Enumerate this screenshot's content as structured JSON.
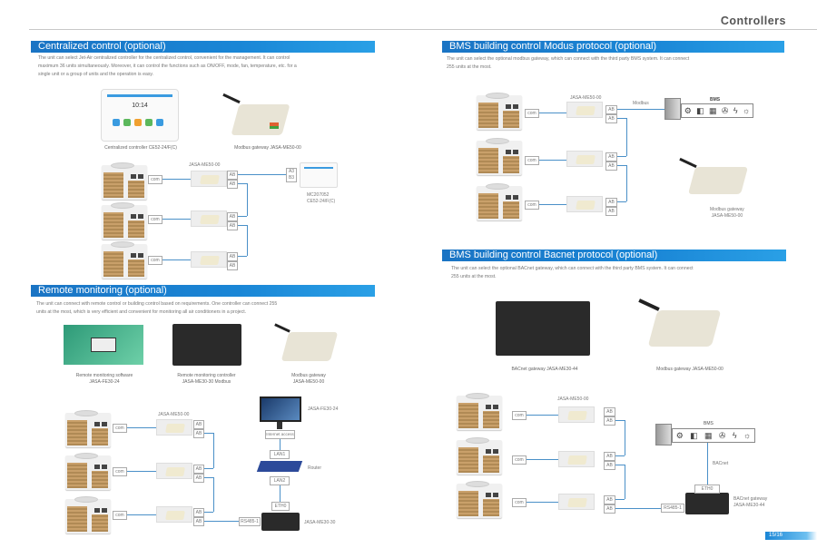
{
  "page": {
    "title": "Controllers",
    "page_number": "15/16"
  },
  "sections": {
    "centralized": {
      "title": "Centralized control (optional)",
      "desc": [
        "The unit can select Jet-Air centralized controller for the centralized control, convenient for the management. It can control",
        "maximum 36 units simultaneously. Moreover, it can control the functions such as ON/OFF, mode, fan, temperature, etc. for a",
        "single unit or a group of units and the operation is easy."
      ],
      "products": [
        {
          "caption": "Centralized controller CE52-24/F(C)",
          "screen_time": "10:14"
        },
        {
          "caption": "Modbus gateway JASA-ME50-00"
        }
      ],
      "diagram": {
        "gateway_label": "JASA-ME50-00",
        "com": "com",
        "ab": "AB",
        "a3b3": [
          "A3",
          "B3"
        ],
        "controller_label": [
          "MC207052",
          "CE52-24/F(C)"
        ]
      }
    },
    "remote": {
      "title": "Remote monitoring (optional)",
      "desc": [
        "The unit can connect with remote control or building control based on requirements. One controller can connect 255",
        "units at the most, which is very efficient and convenient for monitoring all air conditioners in a project."
      ],
      "products": [
        {
          "caption": [
            "Remote monitoring software",
            "JASA-FE30-24"
          ]
        },
        {
          "caption": [
            "Remote monitoring controller",
            "JASA-ME30-30 Modbus"
          ]
        },
        {
          "caption": [
            "Modbus gateway",
            "JASA-ME50-00"
          ]
        }
      ],
      "diagram": {
        "gateway_label": "JASA-ME50-00",
        "com": "com",
        "ab": "AB",
        "pc_label": "JASA-FE30-24",
        "internet": "Internet access",
        "lan1": "LAN1",
        "router": "Router",
        "lan2": "LAN2",
        "eth0": "ETH0",
        "rs485": "RS485-1",
        "controller": "JASA-ME30-30"
      }
    },
    "modbus": {
      "title": "BMS building control Modus protocol (optional)",
      "desc": [
        "The unit can select the optional modbus gateway, which can connect with the third party BMS system. It can connect",
        "255 units at the most."
      ],
      "diagram": {
        "gateway_label": "JASA-ME50-00",
        "com": "com",
        "ab": "AB",
        "protocol": "Modbus",
        "bms": "BMS",
        "bms_icons": [
          "⚙",
          "◧",
          "▦",
          "✇",
          "ϟ",
          "☼"
        ],
        "gateway_caption": [
          "Modbus gateway",
          "JASA-ME50-00"
        ]
      }
    },
    "bacnet": {
      "title": "BMS building control Bacnet protocol (optional)",
      "desc": [
        "The unit can select the optional BACnet gateway, which can connect with the third party BMS system. It can connect",
        "255 units at the most."
      ],
      "products": [
        {
          "caption": "BACnet gateway JASA-ME30-44"
        },
        {
          "caption": "Modbus gateway JASA-ME50-00"
        }
      ],
      "diagram": {
        "gateway_label": "JASA-ME50-00",
        "com": "com",
        "ab": "AB",
        "bms": "BMS",
        "bms_icons": [
          "⚙",
          "◧",
          "▦",
          "✇",
          "ϟ",
          "☼"
        ],
        "protocol": "BACnet",
        "eth0": "ETH0",
        "rs485": "RS485-1",
        "gateway_caption": [
          "BACnet gateway",
          "JASA-ME30-44"
        ]
      }
    }
  }
}
